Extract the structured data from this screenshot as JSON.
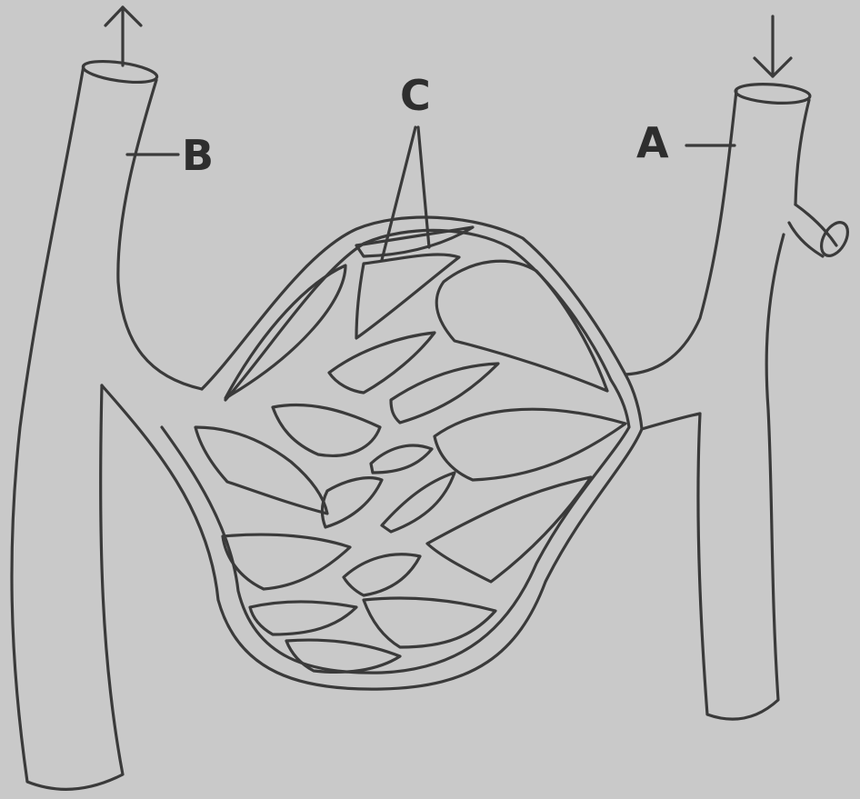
{
  "labels": {
    "a": "A",
    "b": "B",
    "c": "C"
  },
  "icons": {
    "flow_out": "arrow-up-icon",
    "flow_in": "arrow-down-icon"
  },
  "colors": {
    "background": "#c9c9c9",
    "line": "#3a3a3a",
    "text": "#2e2e2e"
  }
}
